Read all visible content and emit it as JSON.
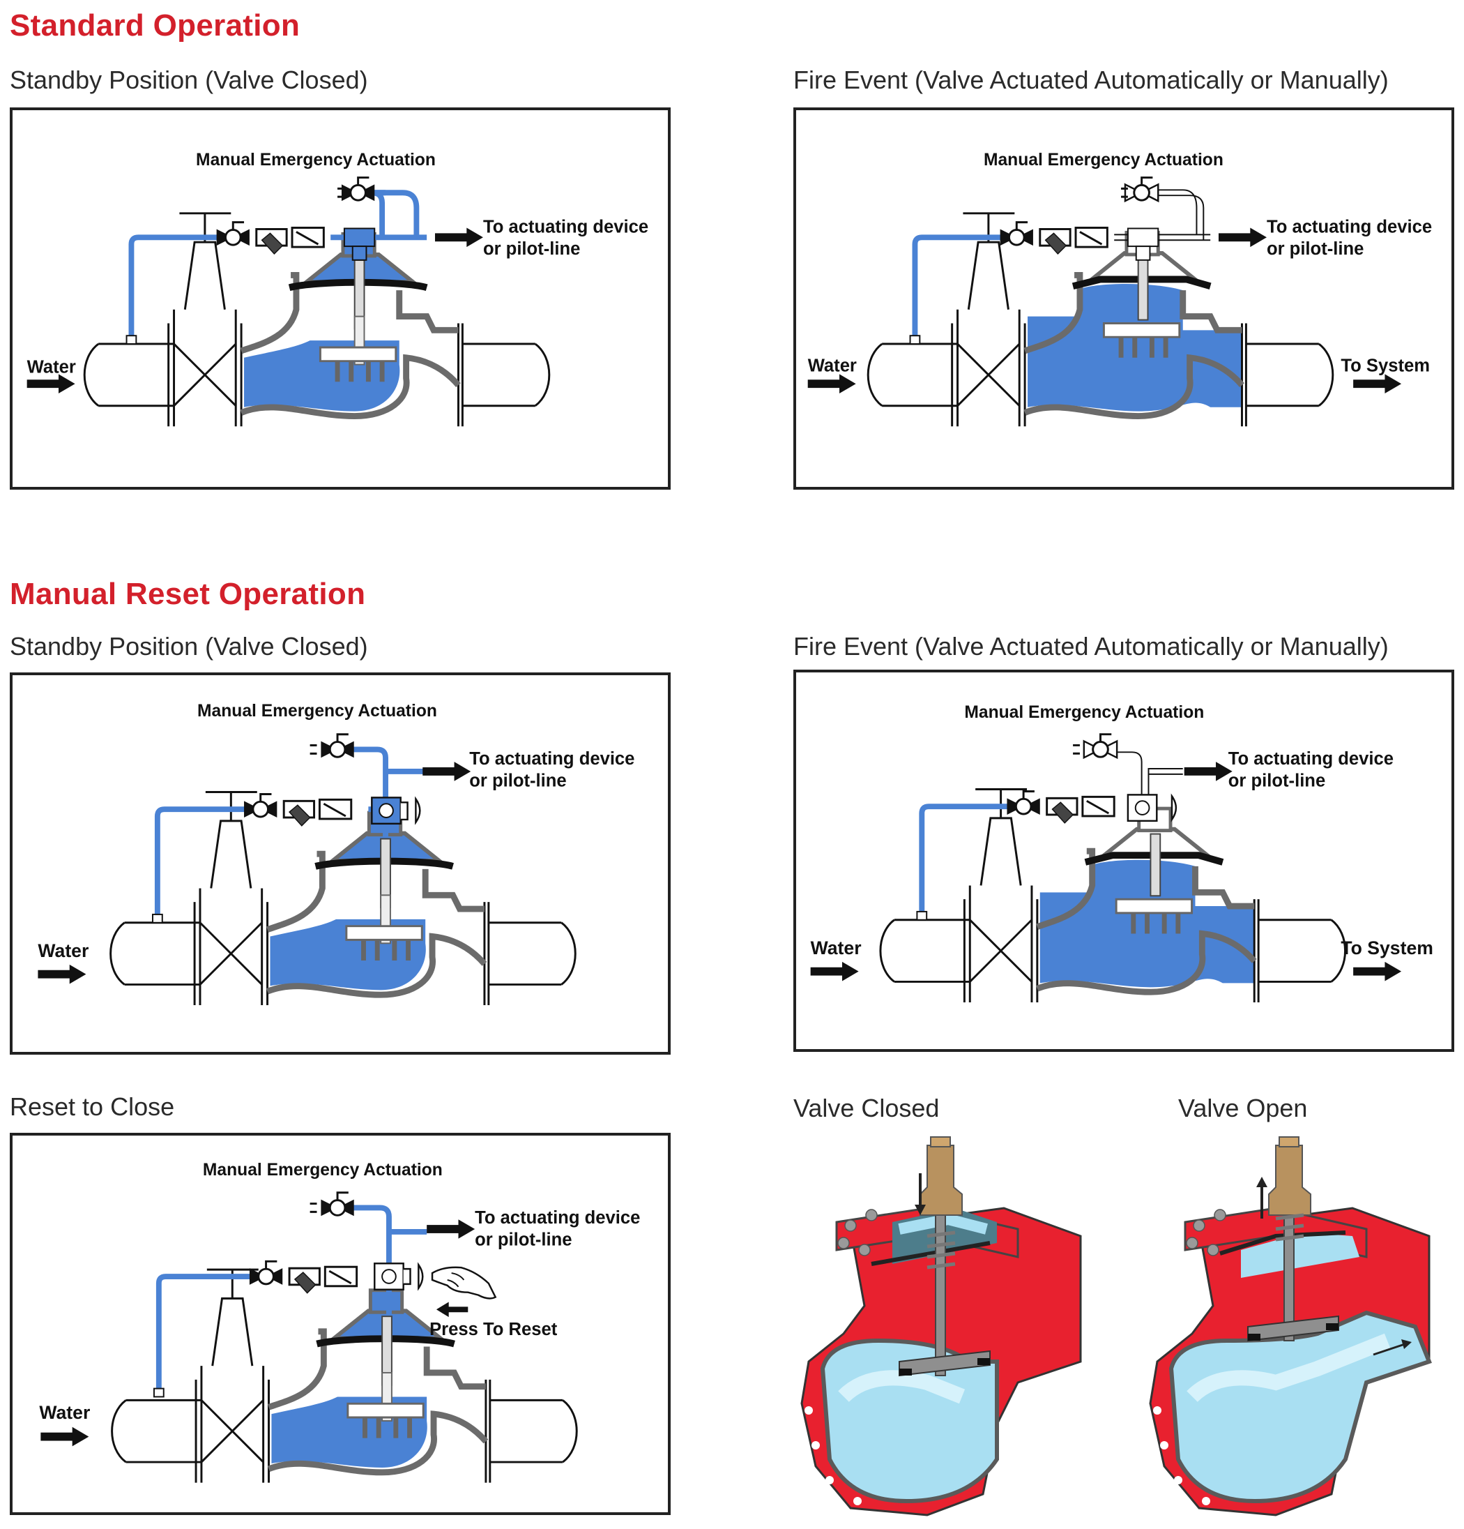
{
  "colors": {
    "accent": "#d3202b",
    "water": "#4a82d4",
    "body": "#6b6b6b",
    "valve_red": "#e8212f",
    "water_light": "#a9dff2"
  },
  "standard": {
    "title": "Standard Operation",
    "standby_title": "Standby Position (Valve Closed)",
    "fire_title": "Fire Event (Valve Actuated Automatically or Manually)"
  },
  "manual": {
    "title": "Manual Reset Operation",
    "standby_title": "Standby Position (Valve Closed)",
    "fire_title": "Fire Event (Valve Actuated Automatically or Manually)",
    "reset_title": "Reset to Close",
    "valve_closed_title": "Valve Closed",
    "valve_open_title": "Valve Open"
  },
  "labels": {
    "manual_emergency": "Manual Emergency Actuation",
    "actuating_line1": "To actuating device",
    "actuating_line2": "or pilot-line",
    "water": "Water",
    "to_system": "To System",
    "press_to_reset": "Press To Reset"
  }
}
